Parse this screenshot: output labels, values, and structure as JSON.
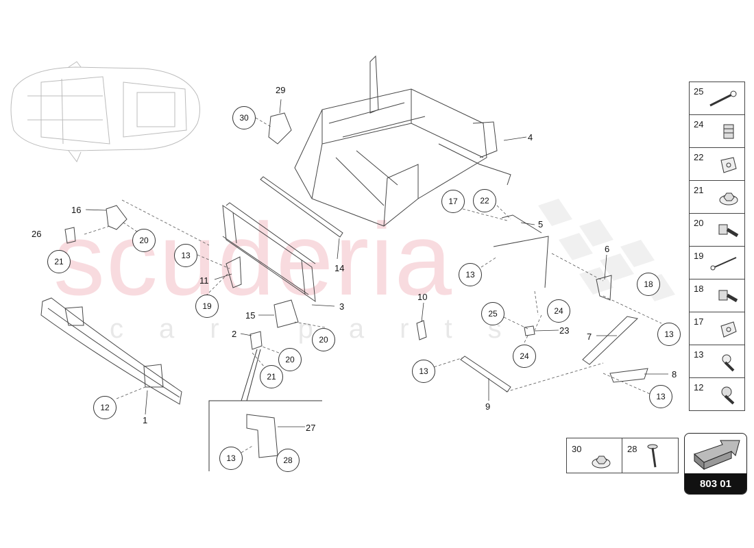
{
  "diagram": {
    "watermark": {
      "main": "scuderia",
      "sub": "car parts"
    },
    "callouts": {
      "n1": "1",
      "n2": "2",
      "n3": "3",
      "n4": "4",
      "n5": "5",
      "n6": "6",
      "n7": "7",
      "n8": "8",
      "n9": "9",
      "n10": "10",
      "n11": "11",
      "n14": "14",
      "n15": "15",
      "n16": "16",
      "n23": "23",
      "n26": "26",
      "n27": "27",
      "n29": "29"
    },
    "circled": {
      "c12": "12",
      "c13a": "13",
      "c13b": "13",
      "c13c": "13",
      "c13d": "13",
      "c13e": "13",
      "c13f": "13",
      "c17": "17",
      "c18": "18",
      "c19": "19",
      "c20a": "20",
      "c20b": "20",
      "c20c": "20",
      "c21a": "21",
      "c21b": "21",
      "c22": "22",
      "c24a": "24",
      "c24b": "24",
      "c25": "25",
      "c28": "28",
      "c30": "30"
    },
    "legend": [
      "25",
      "24",
      "22",
      "21",
      "20",
      "19",
      "18",
      "17",
      "13",
      "12"
    ],
    "legend_bottom": [
      "30",
      "28"
    ],
    "page_code": "803 01"
  }
}
